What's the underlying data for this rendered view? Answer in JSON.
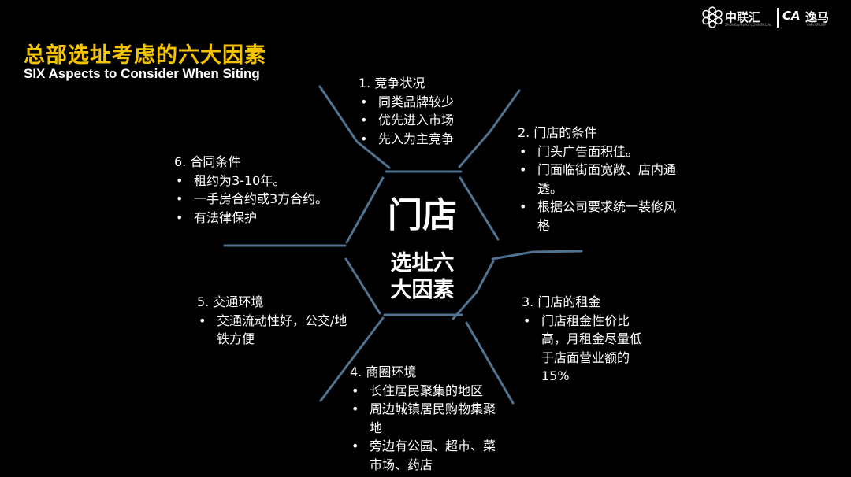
{
  "header": {
    "title_cn": "总部选址考虑的六大因素",
    "title_en": "SIX Aspects to Consider When  Siting"
  },
  "logo": {
    "brand1": "中联汇",
    "brand1_sub": "ZHONGLIANHUI COMMERCIAL",
    "mark2": "CA",
    "brand2": "逸马",
    "brand2_sub": "YIMA GROUP"
  },
  "center": {
    "line1": "门店",
    "line2": "选址六",
    "line3": "大因素"
  },
  "factors": [
    {
      "head": "1. 竞争状况",
      "items": [
        "同类品牌较少",
        "优先进入市场",
        "先入为主竞争"
      ]
    },
    {
      "head": "2. 门店的条件",
      "items": [
        "门头广告面积佳。",
        "门面临街面宽敞、店内通透。",
        "根据公司要求统一装修风格"
      ]
    },
    {
      "head": "3. 门店的租金",
      "items": [
        "门店租金性价比高，月租金尽量低于店面营业额的15%"
      ]
    },
    {
      "head": "4. 商圈环境",
      "items": [
        "长住居民聚集的地区",
        "周边城镇居民购物集聚地",
        "旁边有公园、超市、菜市场、药店"
      ]
    },
    {
      "head": "5. 交通环境",
      "items": [
        "交通流动性好，公交/地铁方便"
      ]
    },
    {
      "head": "6. 合同条件",
      "items": [
        "租约为3-10年。",
        "一手房合约或3方合约。",
        "有法律保护"
      ]
    }
  ],
  "colors": {
    "title_accent": "#f5c400",
    "line": "#4f7391"
  }
}
